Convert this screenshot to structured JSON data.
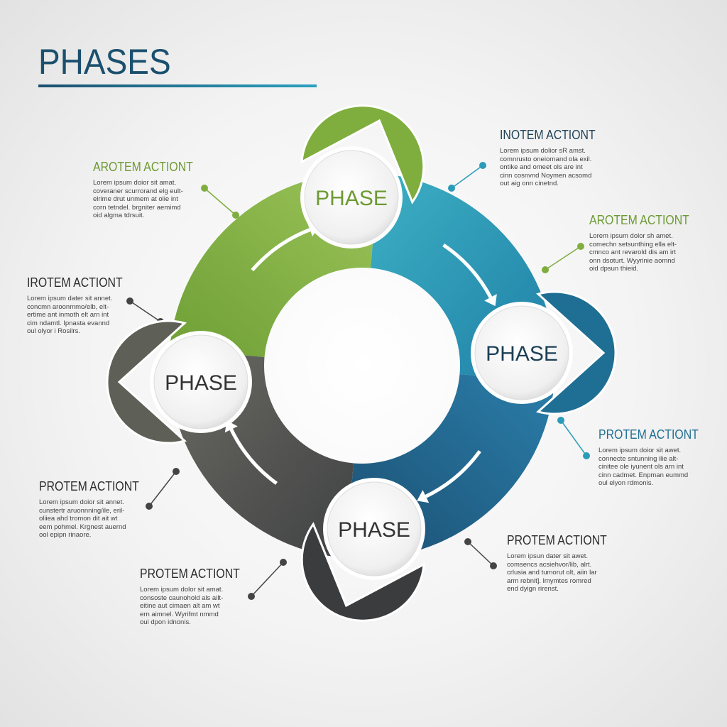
{
  "title": "PHASES",
  "colors": {
    "green": "#7fae3e",
    "teal": "#2a9bb8",
    "blue": "#1f5f86",
    "gray": "#5e5f57",
    "dark": "#3b3c3e",
    "title": "#1b4f6e"
  },
  "phases": [
    {
      "label": "PHASE",
      "color": "#7fae3e",
      "text_color": "#6d9a33"
    },
    {
      "label": "PHASE",
      "color": "#1f6e93",
      "text_color": "#1c3f55"
    },
    {
      "label": "PHASE",
      "color": "#5e5f57",
      "text_color": "#333"
    },
    {
      "label": "PHASE",
      "color": "#3b3c3e",
      "text_color": "#333"
    }
  ],
  "callouts": [
    {
      "title": "AROTEM ACTIONT",
      "color": "#6d9a33",
      "lines": [
        "Lorem ipsum doior sit amat.",
        "coveraner scurrorand elg eult-",
        "elrime drut unmem at olie int",
        "corn tetndel. brgniter aemimd",
        "oid algma tdrsuit."
      ]
    },
    {
      "title": "INOTEM ACTIONT",
      "color": "#1c3f55",
      "lines": [
        "Lorem ipsum dolior sR amst.",
        "comnrusto oneiornand ola exil.",
        "ontike and omeet ols are int",
        "cinn cosnvnd Noymen acsomd",
        "out aig onn cinetnd."
      ]
    },
    {
      "title": "AROTEM ACTIONT",
      "color": "#6d9a33",
      "lines": [
        "Lorem ipsum dolor sh amet.",
        "comechn setsunthing ella elt-",
        "cmnco ant revarold dis am irt",
        "onn dsoturt. Wyyrinie aomnd",
        "oid dpsun thieid."
      ]
    },
    {
      "title": "IROTEM ACTIONT",
      "color": "#2b2b2b",
      "lines": [
        "Lorem ipsum dater sit annet.",
        "concmn aroonmmo/elb, elt-",
        "ertime ant inmoth elt arn int",
        "cim ndamtl. Ipnasta evannd",
        "oul olyor i Rosilrs."
      ]
    },
    {
      "title": "PROTEM ACTIONT",
      "color": "#1f6e93",
      "lines": [
        "Lorem ipsum doior sit awet.",
        "connecte sntunning ilie alt-",
        "cinitee ole iyunent ols arn int",
        "cinn cadmet. Enpman eummd",
        "oul elyon rdmonis."
      ]
    },
    {
      "title": "PROTEM ACTIONT",
      "color": "#2b2b2b",
      "lines": [
        "Lorem ipsum doior sit annet.",
        "cunstertr aruonnning/ile, eril-",
        "oliiea ahd tromon dit ait wt",
        "eem pohmel. Krgnest auernd",
        "ool epipn rinaore."
      ]
    },
    {
      "title": "PROTEM ACTIONT",
      "color": "#2b2b2b",
      "lines": [
        "Lorem ipsun dater sit awet.",
        "comsencs acsiehvor/lib, alrt.",
        "crlusia and tumorut olt, aiin lar",
        "arm rebnit]. lmymtes romred",
        "end dyign rirenst."
      ]
    },
    {
      "title": "PROTEM ACTIONT",
      "color": "#2b2b2b",
      "lines": [
        "Lorem ipsum dolor sit amat.",
        "consoste caunohold als ailt-",
        "eitine aut cimaen alt am wt",
        "ern aimnel. Wyrifmt nmmd",
        "oui dpon idnonis."
      ]
    }
  ]
}
